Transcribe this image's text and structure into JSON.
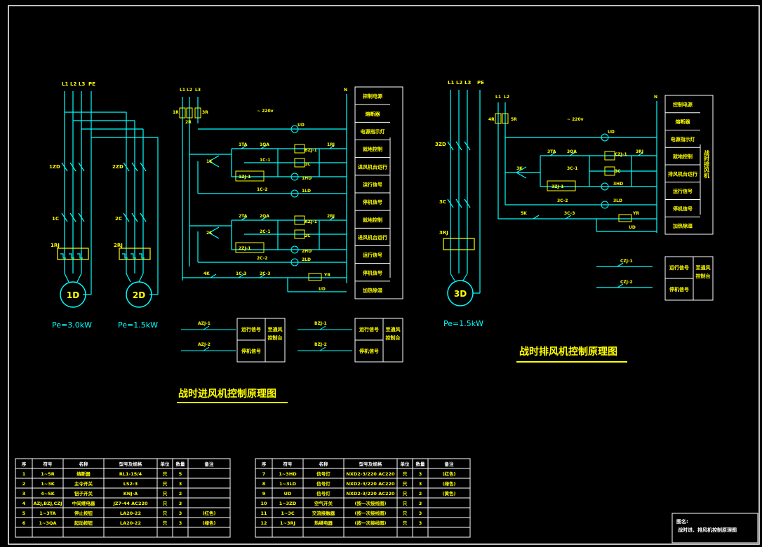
{
  "colors": {
    "background": "#000000",
    "wire": "#00ffff",
    "label": "#ffff00",
    "box": "#ffffff",
    "green": "#00ff00",
    "red": "#ff3030"
  },
  "titles": {
    "supply_title": "战时进风机控制原理图",
    "exhaust_title": "战时排风机控制原理图"
  },
  "motors": [
    {
      "id": "1D",
      "power": "Pe=3.0kW"
    },
    {
      "id": "2D",
      "power": "Pe=1.5kW"
    },
    {
      "id": "3D",
      "power": "Pe=1.5kW"
    }
  ],
  "phase_labels": [
    "L1",
    "L2",
    "L3",
    "PE"
  ],
  "neutral_label": "N",
  "voltage_label": "~ 220v",
  "supply_power_labels": [
    "L1",
    "L2",
    "L3"
  ],
  "exhaust_power_labels": [
    "L1",
    "L2"
  ],
  "component_labels": {
    "supply_switches": [
      "1ZD",
      "2ZD"
    ],
    "supply_contactors": [
      "1C",
      "2C"
    ],
    "supply_relays": [
      "1RJ",
      "2RJ"
    ],
    "exhaust_switch": "3ZD",
    "exhaust_contactor": "3C",
    "exhaust_relay": "3RJ",
    "ud": "UD",
    "supply_circuit1": [
      "1TA",
      "1QA",
      "1C-1",
      "1HD",
      "1K",
      "1C-2",
      "1LD",
      "1RJ",
      "1ZJ-1"
    ],
    "supply_circuit2": [
      "2TA",
      "2QA",
      "2C-1",
      "2HD",
      "2K",
      "2C-2",
      "2LD",
      "2RJ",
      "2ZJ-1"
    ],
    "supply_shared": [
      "4K",
      "1C-3",
      "2C-3",
      "YR"
    ],
    "exhaust_circuit": [
      "3TA",
      "3QA",
      "3C-1",
      "3HD",
      "3K",
      "3C-2",
      "3LD",
      "3RJ",
      "3ZJ-1",
      "5K",
      "3C-3",
      "YR"
    ],
    "coil_labels": [
      "1C",
      "2C",
      "3C"
    ],
    "auxiliary_contacts": [
      "AZJ-1",
      "AZJ-2",
      "BZJ-1",
      "BZJ-2",
      "CZJ-1",
      "CZJ-2"
    ],
    "fuses": [
      "1R",
      "2R",
      "3R"
    ],
    "exhaust_fuses": [
      "4R",
      "5R"
    ]
  },
  "supply_legend": {
    "rows": [
      "控制电源",
      "熔断器",
      "电源指示灯",
      "就地控制",
      "进风机台运行",
      "运行信号",
      "停机信号",
      "就地控制",
      "进风机台运行",
      "运行信号",
      "停机信号",
      "加热除湿"
    ]
  },
  "supply_signal_boxes": [
    {
      "rows": [
        "运行信号",
        "停机信号"
      ],
      "side": "至通风控制台"
    },
    {
      "rows": [
        "运行信号",
        "停机信号"
      ],
      "side": "至通风控制台"
    }
  ],
  "exhaust_legend": {
    "rows": [
      "控制电源",
      "熔断器",
      "电源指示灯",
      "就地控制",
      "排风机台运行",
      "运行信号",
      "停机信号",
      "加热除湿"
    ],
    "side": "战时排风机"
  },
  "exhaust_signal_box": {
    "rows": [
      "运行信号",
      "停机信号"
    ],
    "side": "至通风控制台"
  },
  "bom_left": {
    "headers": [
      "序",
      "符号",
      "名称",
      "型号及规格",
      "单位",
      "数量",
      "备注"
    ],
    "rows": [
      [
        "1",
        "1~5R",
        "熔断器",
        "RL1-15/4",
        "只",
        "5",
        ""
      ],
      [
        "2",
        "1~3K",
        "主令开关",
        "LS2-3",
        "只",
        "3",
        ""
      ],
      [
        "3",
        "4~5K",
        "钮子开关",
        "KNJ-A",
        "只",
        "2",
        ""
      ],
      [
        "4",
        "AZJ,BZJ,CZJ",
        "中间继电器",
        "JZ7-44 AC220",
        "只",
        "3",
        ""
      ],
      [
        "5",
        "1~3TA",
        "停止按钮",
        "LA20-22",
        "只",
        "3",
        "(红色)"
      ],
      [
        "6",
        "1~3QA",
        "起动按钮",
        "LA20-22",
        "只",
        "3",
        "(绿色)"
      ]
    ]
  },
  "bom_right": {
    "headers": [
      "序",
      "符号",
      "名称",
      "型号及规格",
      "单位",
      "数量",
      "备注"
    ],
    "rows": [
      [
        "7",
        "1~3HD",
        "信号灯",
        "NXD2-3/220 AC220",
        "只",
        "3",
        "(红色)"
      ],
      [
        "8",
        "1~3LD",
        "信号灯",
        "NXD2-3/220 AC220",
        "只",
        "3",
        "(绿色)"
      ],
      [
        "9",
        "UD",
        "信号灯",
        "NXD2-3/220 AC220",
        "只",
        "2",
        "(黄色)"
      ],
      [
        "10",
        "1~3ZD",
        "空气开关",
        "(按一次接线图)",
        "只",
        "3",
        ""
      ],
      [
        "11",
        "1~3C",
        "交流接触器",
        "(按一次接线图)",
        "只",
        "3",
        ""
      ],
      [
        "12",
        "1~3RJ",
        "热继电器",
        "(按一次接线图)",
        "只",
        "3",
        ""
      ]
    ]
  },
  "title_block": {
    "label": "图名:",
    "name": "战时进、排风机控制原理图"
  }
}
